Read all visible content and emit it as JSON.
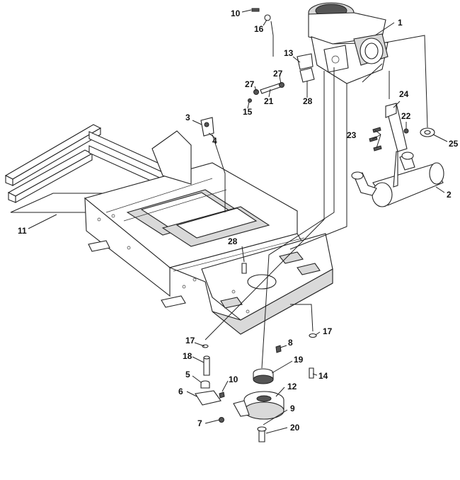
{
  "diagram": {
    "part_numbers": [
      "1",
      "2",
      "3",
      "4",
      "5",
      "6",
      "7",
      "8",
      "10",
      "10",
      "11",
      "12",
      "13",
      "14",
      "15",
      "16",
      "17",
      "17",
      "18",
      "19",
      "20",
      "21",
      "22",
      "23",
      "24",
      "25",
      "27",
      "27",
      "28",
      "28"
    ],
    "colors": {
      "line": "#222222",
      "fill": "#ffffff",
      "shade": "#d9d9d9"
    }
  }
}
